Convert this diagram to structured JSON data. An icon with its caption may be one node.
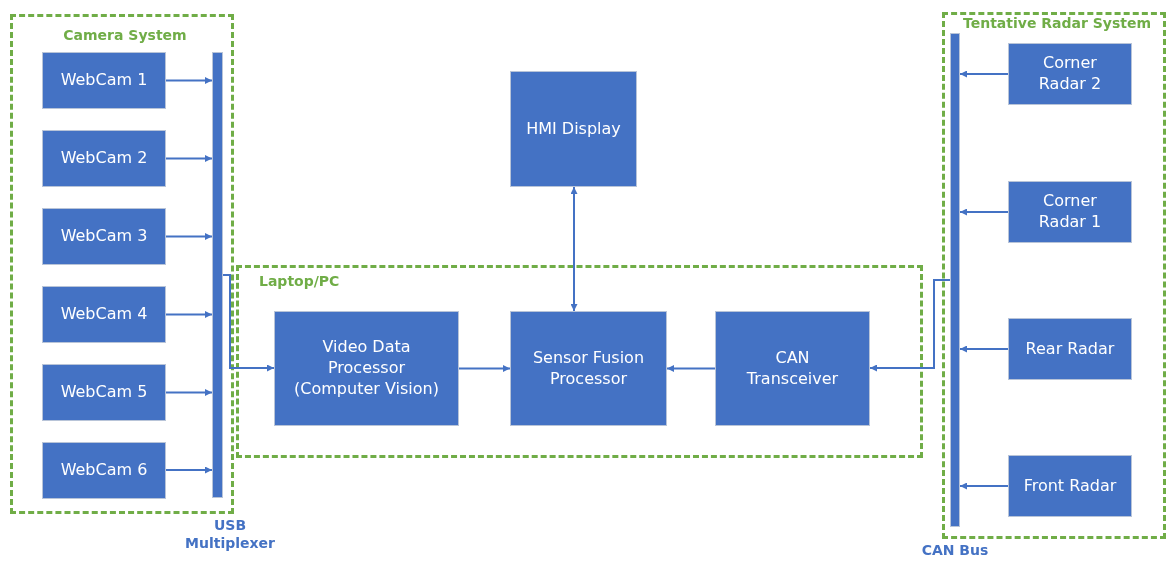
{
  "diagram": {
    "nodes": [
      {
        "text": [
          "Camera System"
        ]
      },
      {
        "text": [
          "WebCam 1"
        ],
        "in": 0
      },
      {
        "text": [
          "WebCam 2"
        ],
        "in": 0
      },
      {
        "text": [
          "WebCam 3"
        ],
        "in": 0
      },
      {
        "text": [
          "WebCam 4"
        ],
        "in": 0
      },
      {
        "text": [
          "WebCam 5"
        ],
        "in": 0
      },
      {
        "text": [
          "WebCam 6"
        ],
        "in": 0
      },
      {
        "text": [],
        "shape": "bar",
        "beside": [
          "USB Multiplexer"
        ],
        "in": 0
      },
      {
        "text": [
          "HMI Display"
        ]
      },
      {
        "text": [
          "Laptop/PC"
        ]
      },
      {
        "text": [
          "Video Data Processor (Computer Vision)"
        ],
        "in": 9
      },
      {
        "text": [
          "Sensor Fusion Processor"
        ],
        "in": 9
      },
      {
        "text": [
          "CAN Transceiver"
        ],
        "in": 9
      },
      {
        "text": [
          "Tentative Radar System"
        ]
      },
      {
        "text": [],
        "shape": "bar",
        "beside": [
          "CAN Bus"
        ],
        "in": 13
      },
      {
        "text": [
          "Corner Radar 2"
        ],
        "in": 13
      },
      {
        "text": [
          "Corner Radar 1"
        ],
        "in": 13
      },
      {
        "text": [
          "Rear Radar"
        ],
        "in": 13
      },
      {
        "text": [
          "Front Radar"
        ],
        "in": 13
      }
    ],
    "edges": [
      {
        "from": 1,
        "to": 7,
        "arrow": "to"
      },
      {
        "from": 2,
        "to": 7,
        "arrow": "to"
      },
      {
        "from": 3,
        "to": 7,
        "arrow": "to"
      },
      {
        "from": 4,
        "to": 7,
        "arrow": "to"
      },
      {
        "from": 5,
        "to": 7,
        "arrow": "to"
      },
      {
        "from": 6,
        "to": 7,
        "arrow": "to"
      },
      {
        "from": 7,
        "to": 10,
        "arrow": "to"
      },
      {
        "from": 10,
        "to": 11,
        "arrow": "to"
      },
      {
        "from": 8,
        "to": 11,
        "arrow": "both"
      },
      {
        "from": 12,
        "to": 11,
        "arrow": "to"
      },
      {
        "from": 14,
        "to": 12,
        "arrow": "to"
      },
      {
        "from": 15,
        "to": 14,
        "arrow": "to"
      },
      {
        "from": 16,
        "to": 14,
        "arrow": "to"
      },
      {
        "from": 17,
        "to": 14,
        "arrow": "to"
      },
      {
        "from": 18,
        "to": 14,
        "arrow": "to"
      }
    ]
  }
}
